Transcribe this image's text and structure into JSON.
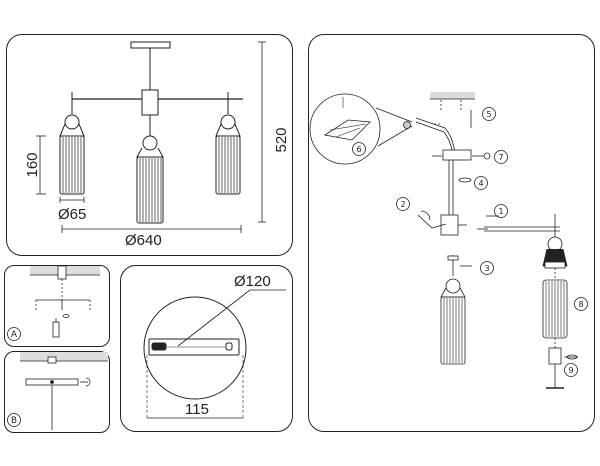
{
  "main_panel": {
    "dimensions": {
      "height_total": "520",
      "shade_height": "160",
      "shade_diameter": "Ø65",
      "span_width": "Ø640"
    }
  },
  "mount_panel": {
    "steps": {
      "a": "A",
      "b": "B"
    }
  },
  "canopy_panel": {
    "dimensions": {
      "diameter": "Ø120",
      "plate_width": "115"
    }
  },
  "assembly_panel": {
    "callouts": [
      "1",
      "2",
      "3",
      "4",
      "5",
      "6",
      "7",
      "8",
      "9"
    ]
  }
}
